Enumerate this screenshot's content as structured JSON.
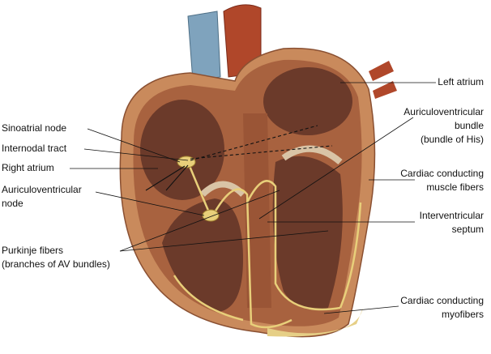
{
  "labels_left": {
    "sinoatrial_node": "Sinoatrial node",
    "internodal_tract": "Internodal tract",
    "right_atrium": "Right atrium",
    "av_node_1": "Auriculoventricular",
    "av_node_2": "node",
    "purkinje_1": "Purkinje fibers",
    "purkinje_2": "(branches of AV bundles)"
  },
  "labels_right": {
    "left_atrium": "Left atrium",
    "bundle_1": "Auriculoventricular",
    "bundle_2": "bundle",
    "bundle_3": "(bundle of His)",
    "muscle_1": "Cardiac conducting",
    "muscle_2": "muscle fibers",
    "septum_1": "Interventricular",
    "septum_2": "septum",
    "myo_1": "Cardiac conducting",
    "myo_2": "myofibers"
  },
  "colors": {
    "outer": "#c98a5c",
    "chamber": "#6b3a2a",
    "wall": "#a8623f",
    "conduction": "#e8cf7a",
    "vena_cava": "#7fa3bd",
    "aorta": "#b0472a"
  }
}
